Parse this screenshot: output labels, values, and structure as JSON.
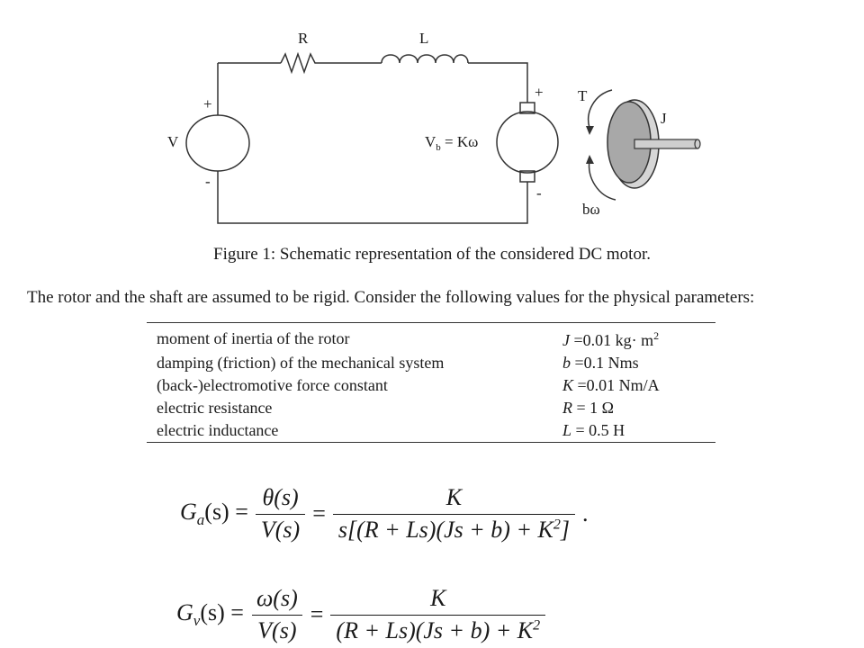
{
  "figure": {
    "labels": {
      "R": "R",
      "L": "L",
      "V": "V",
      "v_plus": "+",
      "v_minus": "-",
      "motor_plus": "+",
      "motor_minus": "-",
      "vb_main": "V",
      "vb_sub": "b",
      "vb_rest": " = Kω",
      "T": "T",
      "J": "J",
      "bw": "bω"
    },
    "caption": "Figure 1: Schematic representation of the considered DC motor."
  },
  "intro": "The rotor and the shaft are assumed to be rigid. Consider the following values for the physical parameters:",
  "parameters": [
    {
      "name": "moment of inertia of the rotor",
      "symbol": "J",
      "value": " =0.01 kg· m",
      "sup": "2"
    },
    {
      "name": "damping (friction) of the mechanical system",
      "symbol": "b",
      "value": " =0.1 Nms",
      "sup": ""
    },
    {
      "name": "(back-)electromotive force constant",
      "symbol": "K",
      "value": " =0.01 Nm/A",
      "sup": ""
    },
    {
      "name": "electric resistance",
      "symbol": "R",
      "value": " = 1 Ω",
      "sup": ""
    },
    {
      "name": "electric inductance",
      "symbol": "L",
      "value": " = 0.5 H",
      "sup": ""
    }
  ],
  "equations": {
    "ga": {
      "lhs": "Ga(s) =",
      "lhs_main": "G",
      "lhs_sub": "a",
      "lhs_rest": "(s) =",
      "frac1_num": "θ(s)",
      "frac1_den": "V(s)",
      "eq": "=",
      "frac2_num": "K",
      "frac2_den": "s[(R + Ls)(Js + b) + K",
      "frac2_den_sup": "2",
      "frac2_den_end": "]",
      "trail": "."
    },
    "gv": {
      "lhs_main": "G",
      "lhs_sub": "v",
      "lhs_rest": "(s) =",
      "frac1_num": "ω(s)",
      "frac1_den": "V(s)",
      "eq": "=",
      "frac2_num": "K",
      "frac2_den": "(R + Ls)(Js + b) + K",
      "frac2_den_sup": "2"
    }
  }
}
